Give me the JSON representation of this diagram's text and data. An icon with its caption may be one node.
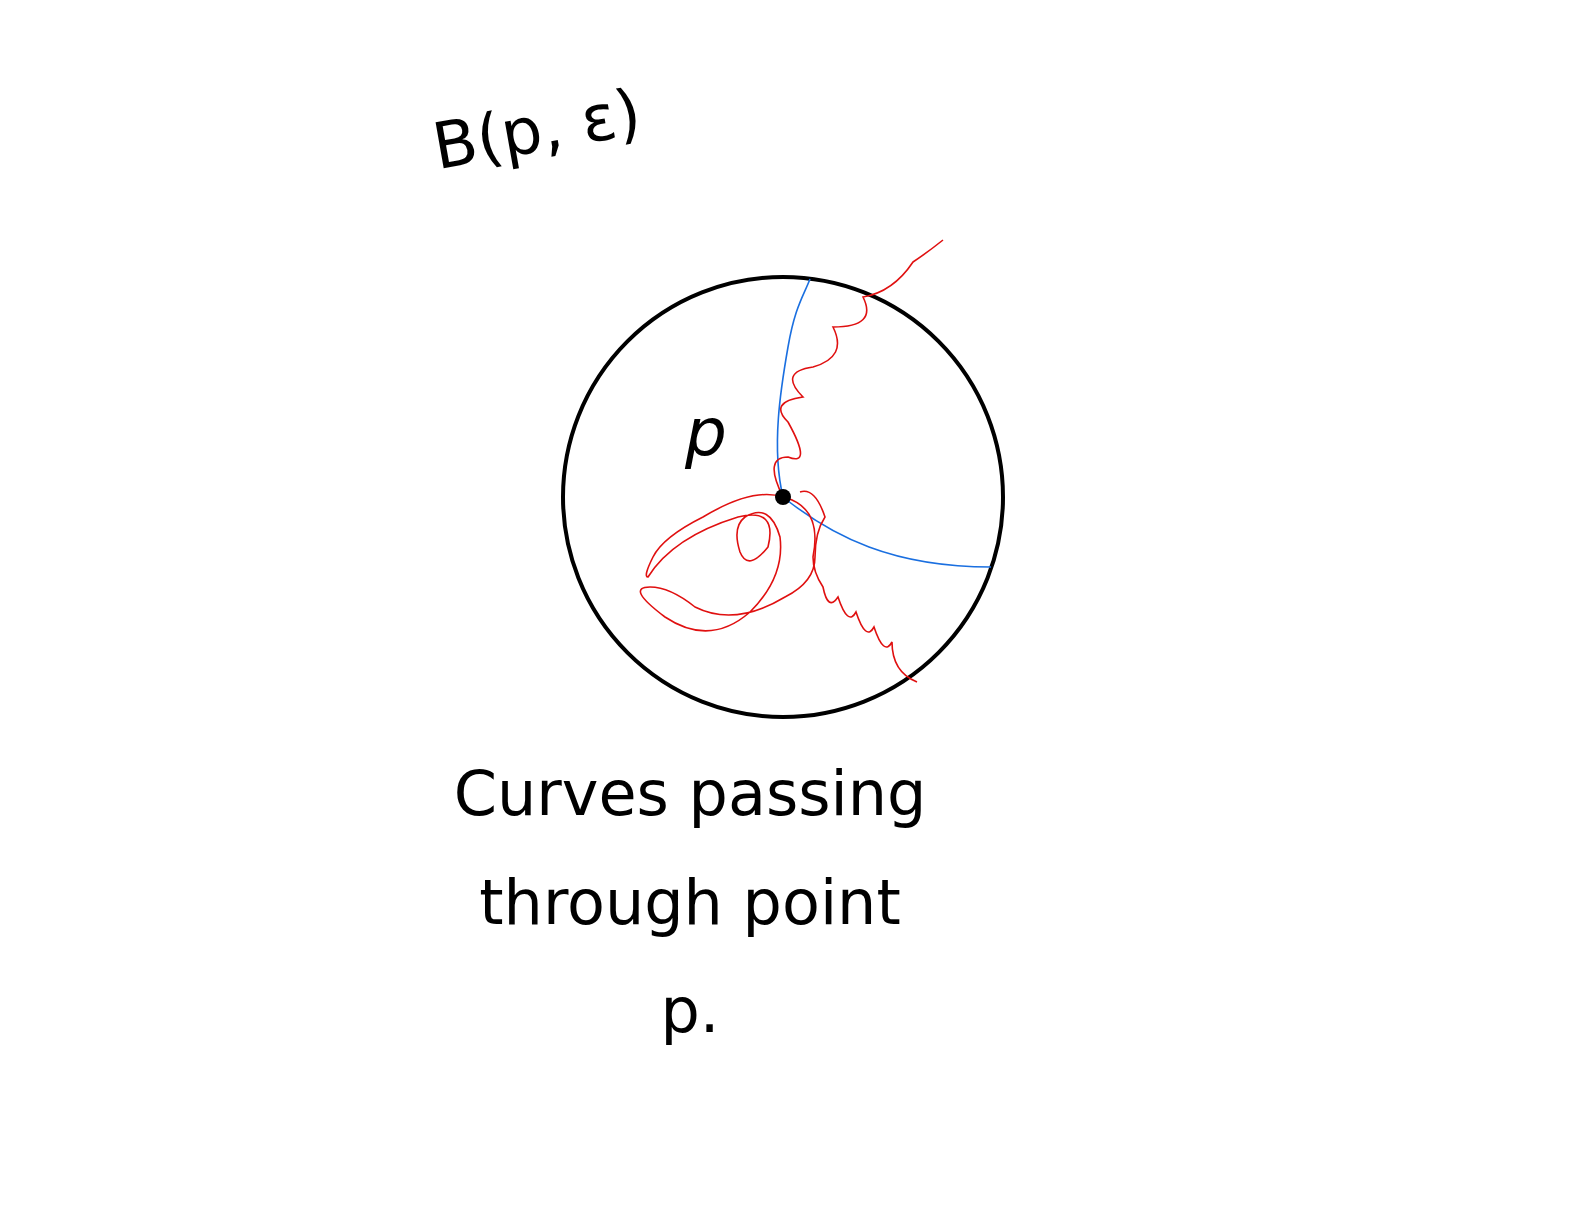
{
  "diagram": {
    "caption": "Curves passing through point p.",
    "nodes": [
      {
        "text": [
          "B(p, ε)"
        ]
      },
      {
        "text": [],
        "shape": "circle",
        "in": 0,
        "beside": [
          "p"
        ]
      }
    ]
  }
}
